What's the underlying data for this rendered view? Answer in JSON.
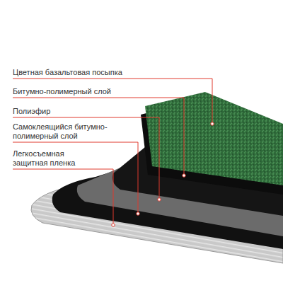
{
  "diagram": {
    "labels": [
      "Цветная базальтовая посыпка",
      "Битумно-полимерный слой",
      "Полиэфир",
      "Самоклеящийся битумно-полимерный слой",
      "Легкосъемная защитная пленка"
    ]
  }
}
